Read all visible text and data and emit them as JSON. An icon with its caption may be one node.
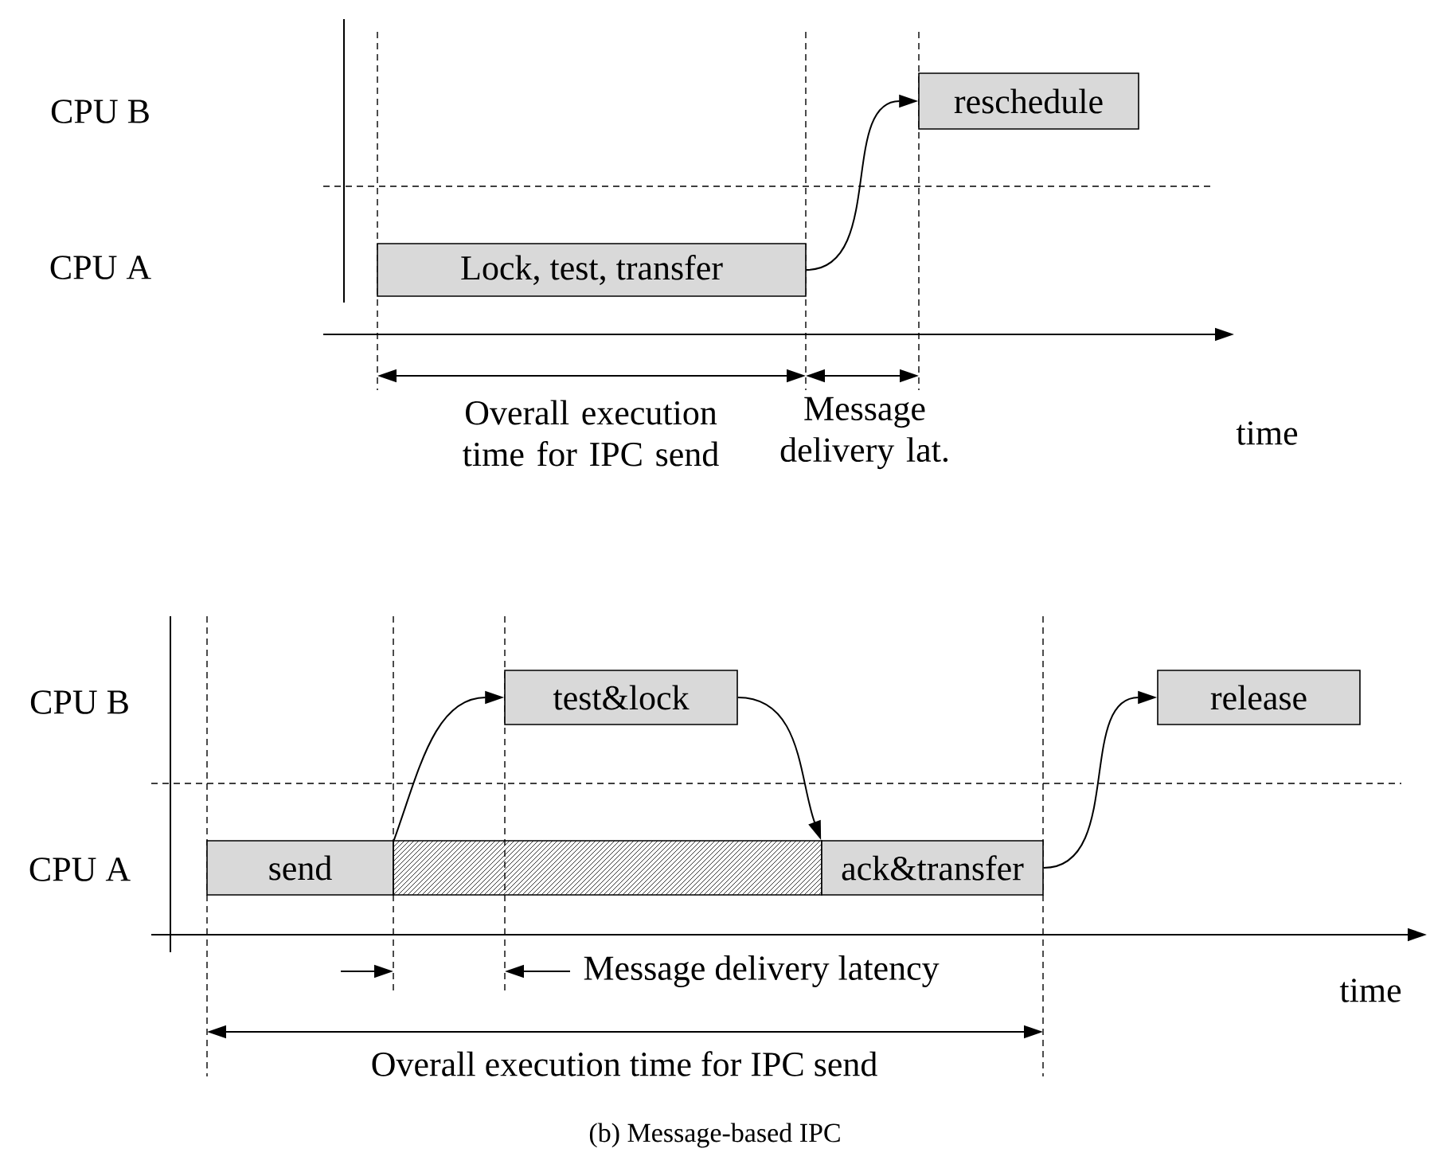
{
  "diagram": {
    "caption": "(b) Message-based IPC",
    "nodes": [
      {
        "text": [
          "reschedule"
        ]
      },
      {
        "text": [
          "Lock, test, transfer"
        ]
      },
      {
        "text": [
          "test&lock"
        ]
      },
      {
        "text": [
          "release"
        ]
      },
      {
        "text": [
          "send"
        ]
      },
      {
        "text": [],
        "shape": "bar"
      },
      {
        "text": [
          "ack&transfer"
        ]
      }
    ],
    "edges": [
      {
        "from": 1,
        "to": 0,
        "arrow": "to"
      },
      {
        "from": 4,
        "to": 2,
        "arrow": "to"
      },
      {
        "from": 2,
        "to": 6,
        "arrow": "to"
      },
      {
        "from": 6,
        "to": 3,
        "arrow": "to"
      }
    ],
    "labels": [
      "CPU B",
      "CPU A",
      "Overall execution time for IPC send",
      "Message delivery lat.",
      "time",
      "CPU B",
      "CPU A",
      "Message delivery latency",
      "time",
      "Overall execution time for IPC send"
    ]
  }
}
